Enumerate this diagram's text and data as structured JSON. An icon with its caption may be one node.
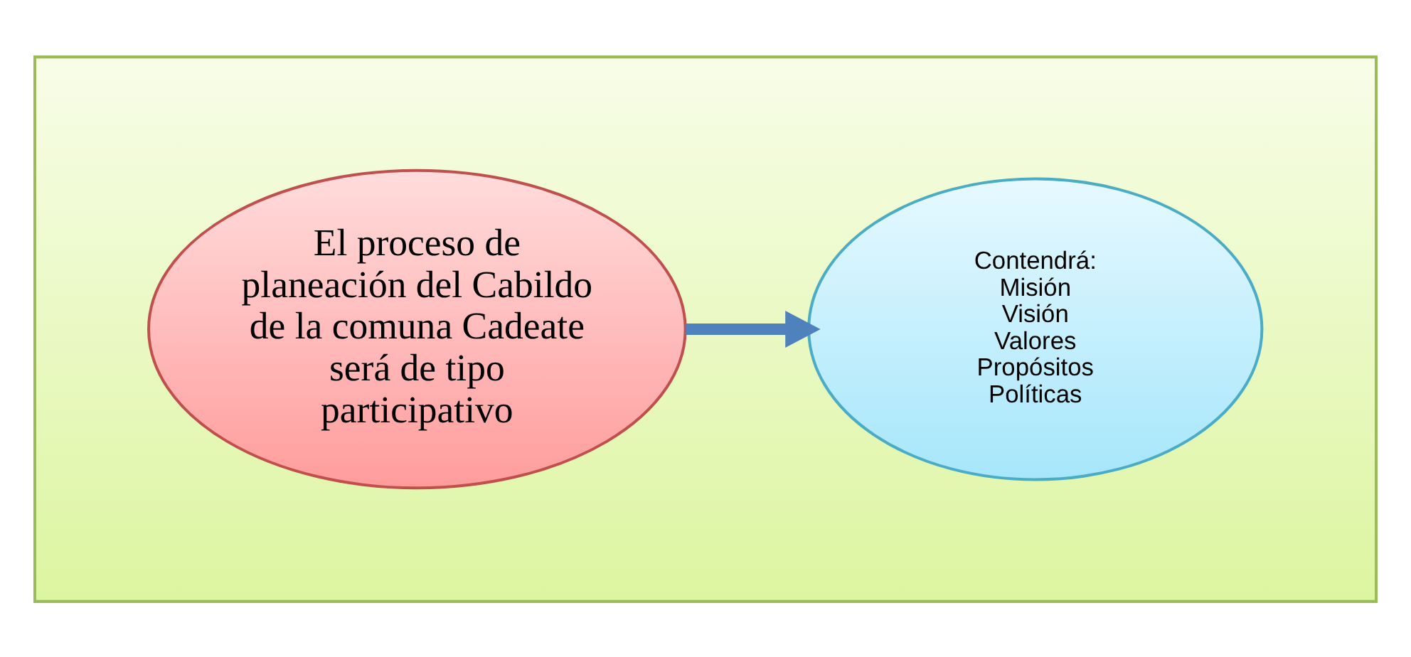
{
  "diagram": {
    "nodes": [
      {
        "text": [],
        "shape": "box"
      },
      {
        "text": [
          "El proceso de planeación del Cabildo de la comuna Cadeate será de tipo participativo"
        ],
        "in": 0
      },
      {
        "text": [
          "Contendrá:",
          "Misión",
          "Visión",
          "Valores",
          "Propósitos",
          "Políticas"
        ],
        "in": 0
      }
    ],
    "edges": [
      {
        "from": 1,
        "to": 2,
        "arrow": "to",
        "color": "#4f81bd"
      }
    ]
  }
}
